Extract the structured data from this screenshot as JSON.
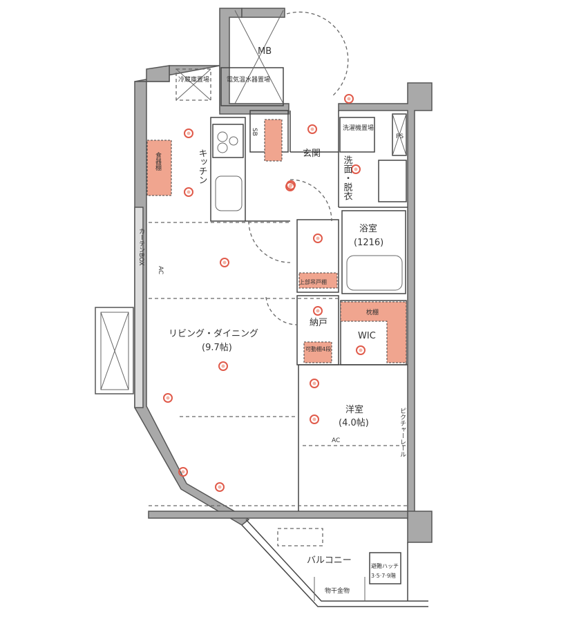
{
  "floorplan": {
    "rooms": {
      "mb": "MB",
      "fridge": "冷蔵庫置場",
      "water_heater": "電気温水器置場",
      "kitchen": "キッチン",
      "entrance": "玄関",
      "shoe_box": "SB",
      "washer": "洗濯機置場",
      "washroom": "洗面・脱衣",
      "ps": "PS",
      "bath": "浴室",
      "bath_size": "(1216)",
      "cupboard": "食器棚",
      "curtain_box": "カーテンBOX",
      "ac_ld": "AC",
      "upper_cabinet": "上部吊戸棚",
      "storage": "納戸",
      "movable_shelf": "可動棚4段",
      "shelf": "枕棚",
      "wic": "WIC",
      "living": "リビング・ダイニング",
      "living_size": "(9.7帖)",
      "western": "洋室",
      "western_size": "(4.0帖)",
      "picture_rail": "ピクチャーレール",
      "ac_western": "AC",
      "balcony": "バルコニー",
      "hatch": "避難ハッチ",
      "hatch_note": "3·5·7·9階",
      "drying": "物干金物"
    },
    "colors": {
      "wall": "#a9a9a9",
      "highlight": "#f0a58f",
      "fixture": "#e05a4a"
    }
  }
}
